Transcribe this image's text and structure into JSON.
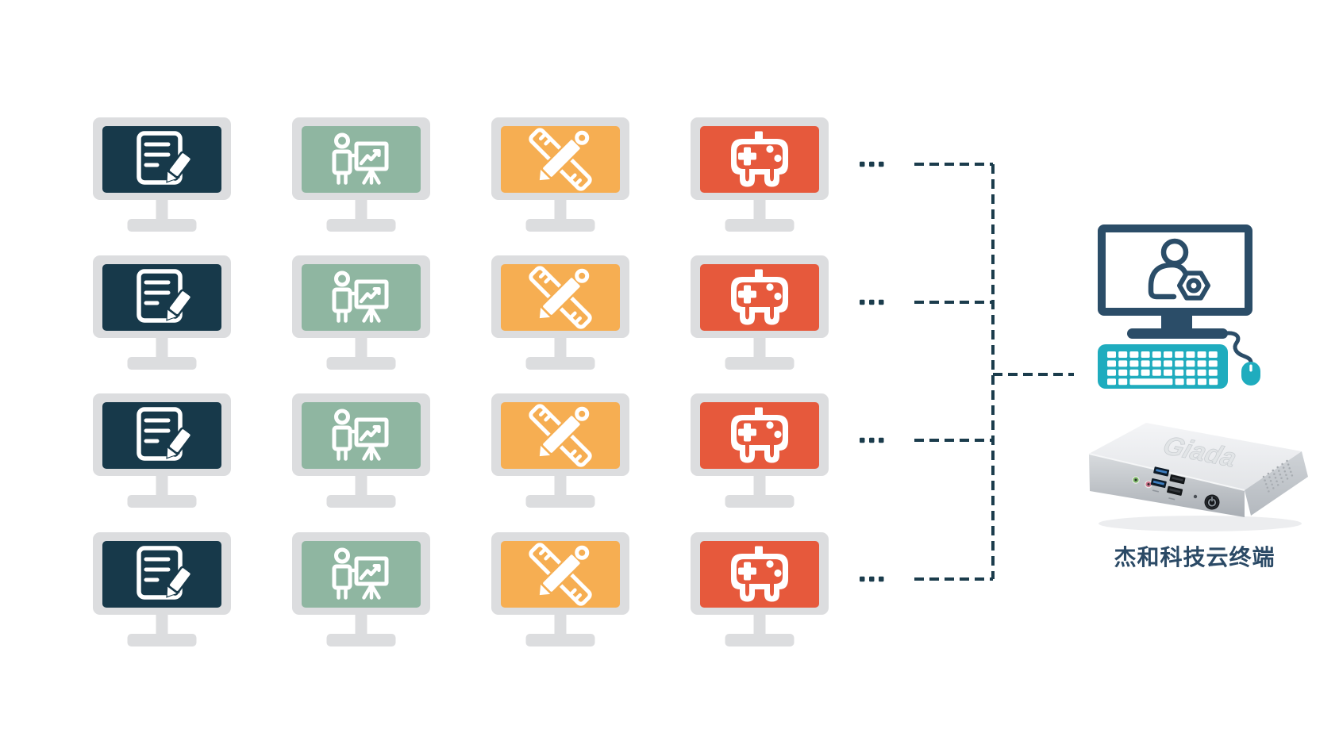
{
  "page": {
    "background": "#FFFFFF"
  },
  "colors": {
    "monitor_frame": "#DCDDDF",
    "screen_documents": "#17394A",
    "screen_presentation": "#8FB6A1",
    "screen_design": "#F6AE52",
    "screen_gaming": "#E6593C",
    "icon_white": "#FFFFFF",
    "connector": "#1B3C4C",
    "terminal_navy": "#2B4D68",
    "terminal_teal": "#1FACBE",
    "caption_text": "#2B4A66"
  },
  "monitor_grid": {
    "rows": 4,
    "ellipsis": "...",
    "columns": [
      {
        "id": "documents",
        "icon": "document-edit-icon",
        "screen_color": "#17394A"
      },
      {
        "id": "presentation",
        "icon": "presentation-chart-icon",
        "screen_color": "#8FB6A1"
      },
      {
        "id": "design",
        "icon": "ruler-pencil-icon",
        "screen_color": "#F6AE52"
      },
      {
        "id": "gaming",
        "icon": "gamepad-icon",
        "screen_color": "#E6593C"
      }
    ]
  },
  "terminal": {
    "caption": "杰和科技云终端",
    "monitor_icon": "user-gear-icon",
    "device_logo": "Giada"
  }
}
